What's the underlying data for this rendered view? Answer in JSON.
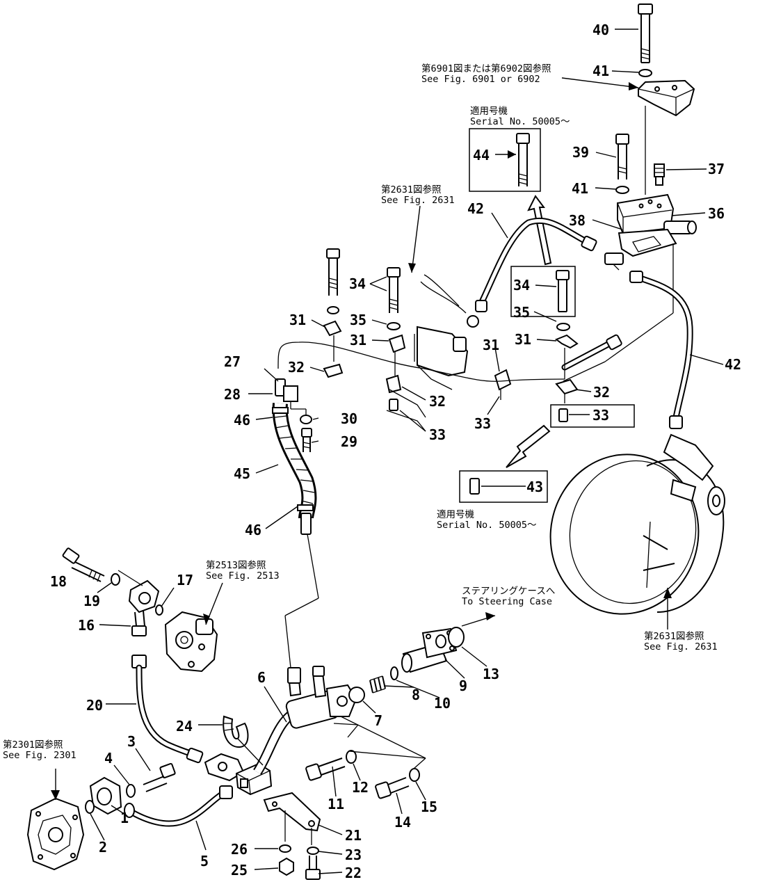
{
  "callouts": {
    "c1": "1",
    "c2": "2",
    "c3": "3",
    "c4": "4",
    "c5": "5",
    "c6": "6",
    "c7": "7",
    "c8": "8",
    "c9": "9",
    "c10": "10",
    "c11": "11",
    "c12": "12",
    "c13": "13",
    "c14": "14",
    "c15": "15",
    "c16": "16",
    "c17": "17",
    "c18": "18",
    "c19": "19",
    "c20": "20",
    "c21": "21",
    "c22": "22",
    "c23": "23",
    "c24": "24",
    "c25": "25",
    "c26": "26",
    "c27": "27",
    "c28": "28",
    "c29": "29",
    "c30": "30",
    "c31a": "31",
    "c31b": "31",
    "c31c": "31",
    "c31d": "31",
    "c32a": "32",
    "c32b": "32",
    "c32c": "32",
    "c33a": "33",
    "c33b": "33",
    "c33c": "33",
    "c34a": "34",
    "c34b": "34",
    "c35a": "35",
    "c35b": "35",
    "c36": "36",
    "c37": "37",
    "c38": "38",
    "c39": "39",
    "c40": "40",
    "c41a": "41",
    "c41b": "41",
    "c42a": "42",
    "c42b": "42",
    "c43": "43",
    "c44": "44",
    "c45": "45",
    "c46a": "46",
    "c46b": "46"
  },
  "references": {
    "fig6901_jp": "第6901図または第6902図参照",
    "fig6901_en": "See  Fig. 6901  or  6902",
    "serial_top_jp": "適用号機",
    "serial_top_en": "Serial  No. 50005～",
    "fig2631_top_jp": "第2631図参照",
    "fig2631_top_en": "See  Fig. 2631",
    "serial_bottom_jp": "適用号機",
    "serial_bottom_en": "Serial  No. 50005～",
    "fig2513_jp": "第2513図参照",
    "fig2513_en": "See  Fig. 2513",
    "steering_jp": "ステアリングケースへ",
    "steering_en": "To  Steering  Case",
    "fig2631_right_jp": "第2631図参照",
    "fig2631_right_en": "See  Fig. 2631",
    "fig2301_jp": "第2301図参照",
    "fig2301_en": "See  Fig. 2301"
  }
}
